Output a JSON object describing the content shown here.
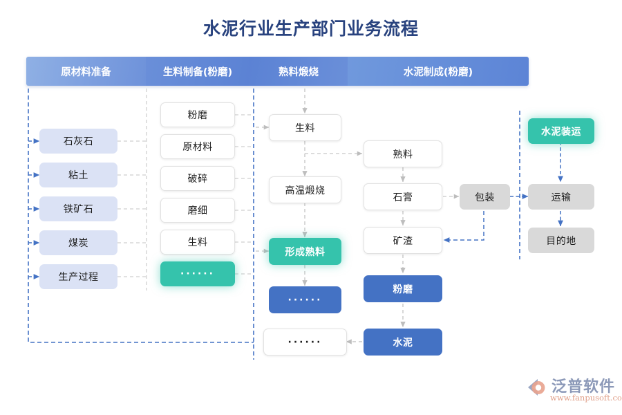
{
  "page": {
    "title": "水泥行业生产部门业务流程",
    "title_color": "#28427e",
    "background": "#ffffff"
  },
  "colors": {
    "header_blue_light": "#8fb0e4",
    "header_blue_dark": "#5b82d4",
    "node_lavender": "#dbe2f5",
    "node_blue": "#4472c4",
    "node_teal": "#35c3ac",
    "node_gray": "#d9d9d9",
    "node_white": "#ffffff",
    "connector_gray": "#c7c7c7",
    "connector_blue": "#4472c4"
  },
  "phases": [
    {
      "label": "原材料准备"
    },
    {
      "label": "生料制备(粉磨)"
    },
    {
      "label": "熟料煅烧"
    },
    {
      "label": "水泥制成(粉磨)"
    }
  ],
  "columns": {
    "raw_materials": {
      "phase": "原材料准备",
      "nodes": [
        {
          "label": "石灰石",
          "style": "lavender"
        },
        {
          "label": "粘土",
          "style": "lavender"
        },
        {
          "label": "铁矿石",
          "style": "lavender"
        },
        {
          "label": "煤炭",
          "style": "lavender"
        },
        {
          "label": "生产过程",
          "style": "lavender"
        }
      ]
    },
    "raw_meal_prep": {
      "phase": "生料制备(粉磨)",
      "nodes": [
        {
          "label": "粉磨",
          "style": "white"
        },
        {
          "label": "原材料",
          "style": "white"
        },
        {
          "label": "破碎",
          "style": "white"
        },
        {
          "label": "磨细",
          "style": "white"
        },
        {
          "label": "生料",
          "style": "white"
        },
        {
          "label": "······",
          "style": "teal"
        }
      ]
    },
    "clinker_burning": {
      "phase": "熟料煅烧",
      "nodes": [
        {
          "label": "生料",
          "style": "white"
        },
        {
          "label": "高温煅烧",
          "style": "white"
        },
        {
          "label": "形成熟料",
          "style": "teal"
        },
        {
          "label": "······",
          "style": "blue"
        },
        {
          "label": "······",
          "style": "white"
        }
      ]
    },
    "cement_making": {
      "phase": "水泥制成(粉磨)",
      "nodes": [
        {
          "label": "熟料",
          "style": "white"
        },
        {
          "label": "石膏",
          "style": "white"
        },
        {
          "label": "矿渣",
          "style": "white"
        },
        {
          "label": "粉磨",
          "style": "blue"
        },
        {
          "label": "水泥",
          "style": "blue"
        }
      ]
    },
    "packing": {
      "nodes": [
        {
          "label": "包装",
          "style": "gray"
        }
      ]
    },
    "shipping": {
      "nodes": [
        {
          "label": "水泥装运",
          "style": "teal"
        },
        {
          "label": "运输",
          "style": "gray"
        },
        {
          "label": "目的地",
          "style": "gray"
        }
      ]
    }
  },
  "logo": {
    "name": "泛普软件",
    "url": "www.fanpusoft.com"
  }
}
